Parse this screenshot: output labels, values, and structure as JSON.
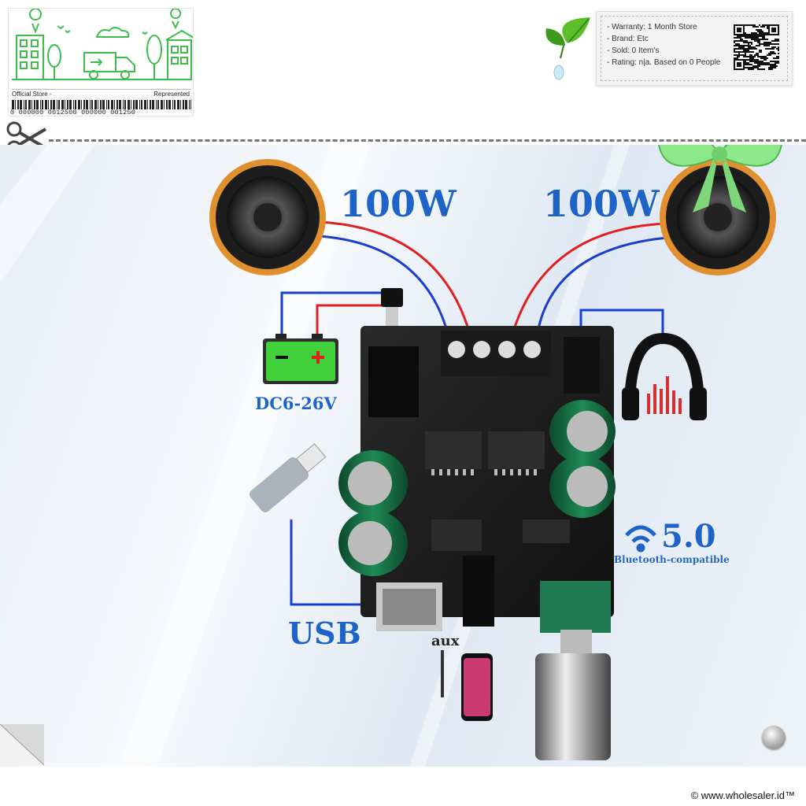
{
  "store_badge": {
    "left_label": "Official Store -",
    "right_label": "Represented",
    "barcode_text": "0 000000 0012500 000000 001250"
  },
  "info_card": {
    "warranty": "- Warranty: 1 Month Store",
    "brand": "- Brand: Etc",
    "sold": "- Sold: 0 Item's",
    "rating": "- Rating: n|a. Based on 0 People"
  },
  "product": {
    "power_left": "100W",
    "power_right": "100W",
    "voltage": "DC6-26V",
    "usb": "USB",
    "aux": "aux",
    "bt_version": "5.0",
    "bt_text": "Bluetooth-compatible"
  },
  "footer": {
    "copyright": "© www.wholesaler.id™"
  },
  "icons": [
    "scissors-icon",
    "leaf-icon",
    "qr-code-icon",
    "speaker-icon",
    "battery-icon",
    "headphones-icon",
    "usb-stick-icon",
    "phone-icon",
    "wifi-icon",
    "bow-icon"
  ],
  "colors": {
    "accent_blue": "#1e63c8",
    "wire_red": "#e02020",
    "wire_blue": "#1a3fd0",
    "badge_green": "#3dbd4a"
  }
}
